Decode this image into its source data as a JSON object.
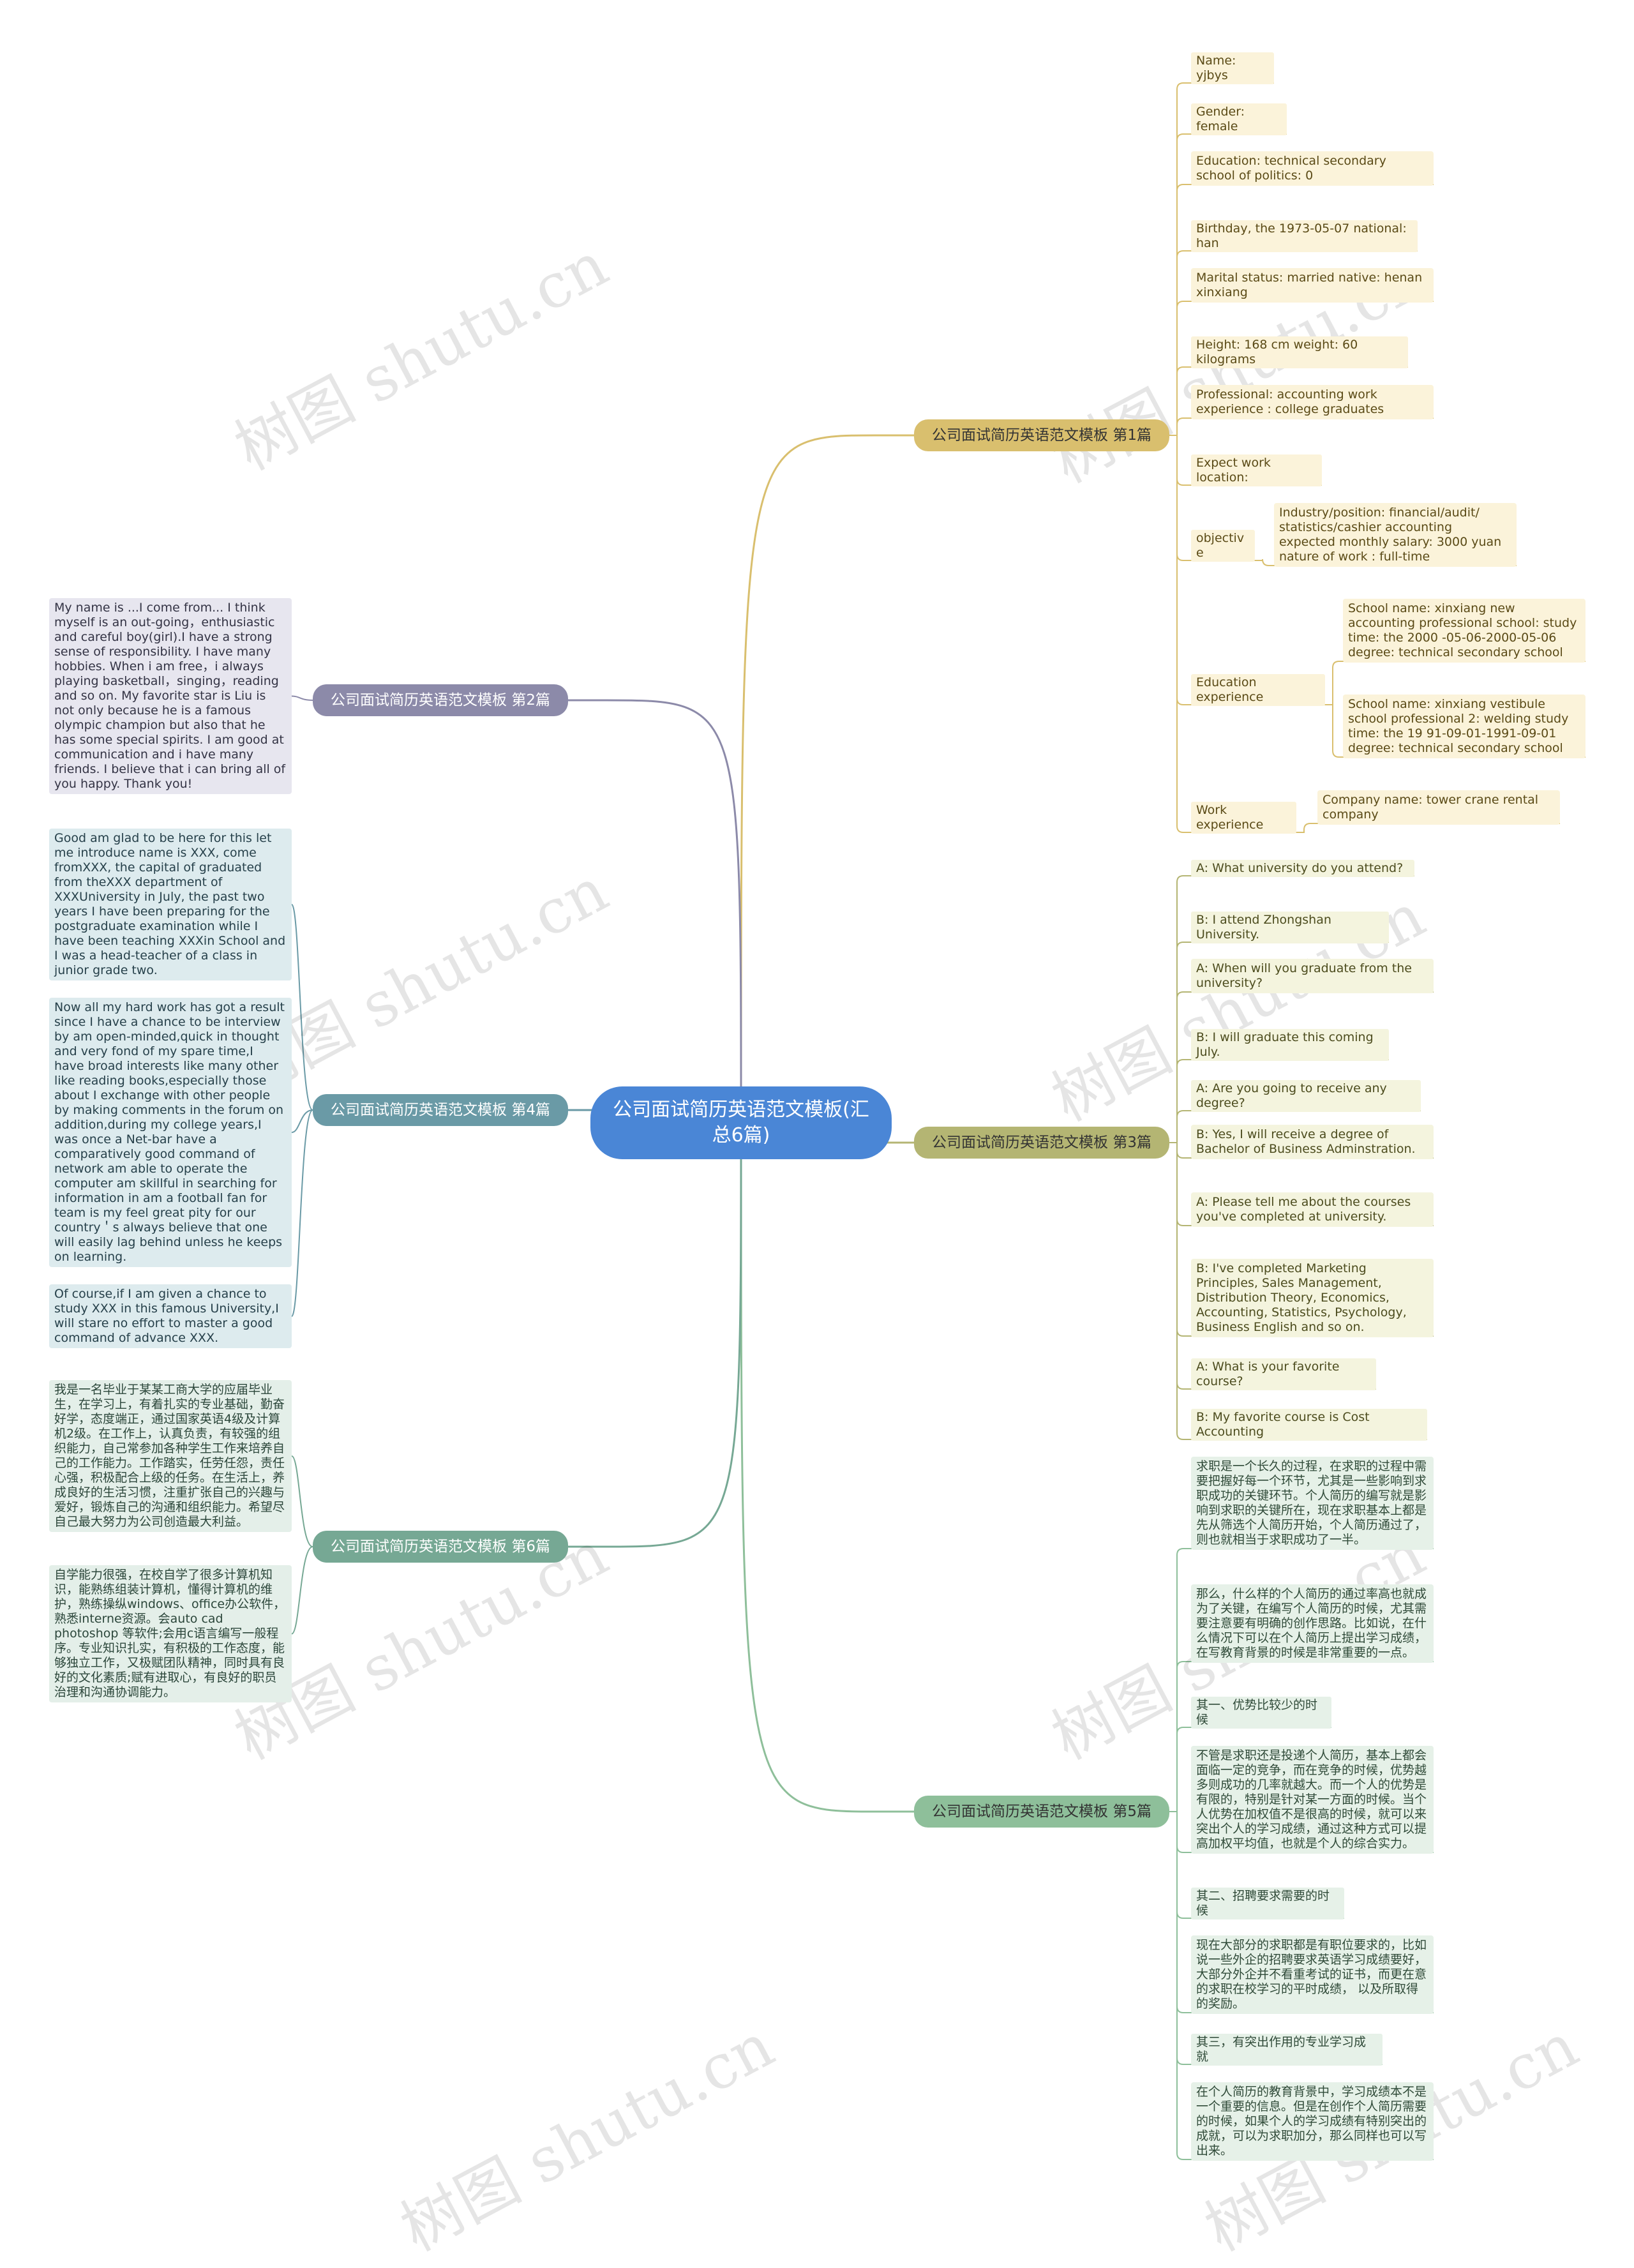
{
  "root": {
    "title": "公司面试简历英语范文模板(汇总6篇)"
  },
  "branches": {
    "b1": "公司面试简历英语范文模板 第1篇",
    "b2": "公司面试简历英语范文模板 第2篇",
    "b3": "公司面试简历英语范文模板 第3篇",
    "b4": "公司面试简历英语范文模板 第4篇",
    "b5": "公司面试简历英语范文模板 第5篇",
    "b6": "公司面试简历英语范文模板 第6篇"
  },
  "b1_items": [
    "Name: yjbys",
    "Gender: female",
    "Education: technical secondary school of politics: 0",
    "Birthday, the 1973-05-07 national: han",
    "Marital status: married native: henan xinxiang",
    "Height: 168 cm weight: 60 kilograms",
    "Professional: accounting work experience : college graduates",
    "Expect work location:",
    "objective",
    "Education experience",
    "Work experience"
  ],
  "b1_sub": {
    "objective_detail": "Industry/position: financial/audit/ statistics/cashier accounting expected monthly salary: 3000 yuan nature of work : full-time",
    "edu_1": "School name: xinxiang new accounting professional school: study time: the 2000 -05-06-2000-05-06 degree: technical secondary school",
    "edu_2": "School name: xinxiang vestibule school professional 2: welding study time: the 19 91-09-01-1991-09-01 degree: technical secondary school",
    "work_detail": "Company name: tower crane rental company"
  },
  "b3_items": [
    "A: What university do you attend?",
    "B: I attend Zhongshan University.",
    "A: When will you graduate from the university?",
    "B: I will graduate this coming July.",
    "A: Are you going to receive any degree?",
    "B: Yes, I will receive a degree of Bachelor of Business Adminstration.",
    "A: Please tell me about the courses you've completed at university.",
    "B: I've completed Marketing Principles, Sales Management, Distribution Theory, Economics, Accounting, Statistics, Psychology, Business English and so on.",
    "A: What is your favorite course?",
    "B: My favorite course is Cost Accounting"
  ],
  "b5_items": [
    "求职是一个长久的过程，在求职的过程中需要把握好每一个环节，尤其是一些影响到求职成功的关键环节。个人简历的编写就是影响到求职的关键所在，现在求职基本上都是先从筛选个人简历开始，个人简历通过了，则也就相当于求职成功了一半。",
    "那么，什么样的个人简历的通过率高也就成为了关键，在编写个人简历的时候，尤其需要注意要有明确的创作思路。比如说，在什么情况下可以在个人简历上提出学习成绩，在写教育背景的时候是非常重要的一点。",
    "其一、优势比较少的时候",
    "不管是求职还是投递个人简历，基本上都会面临一定的竞争，而在竞争的时候，优势越多则成功的几率就越大。而一个人的优势是有限的，特别是针对某一方面的时候。当个人优势在加权值不是很高的时候，就可以来突出个人的学习成绩，通过这种方式可以提高加权平均值，也就是个人的综合实力。",
    "其二、招聘要求需要的时候",
    "现在大部分的求职都是有职位要求的，比如说一些外企的招聘要求英语学习成绩要好，大部分外企并不看重考试的证书，而更在意的求职在校学习的平时成绩， 以及所取得的奖励。",
    "其三，有突出作用的专业学习成就",
    "在个人简历的教育背景中，学习成绩本不是一个重要的信息。但是在创作个人简历需要的时候，如果个人的学习成绩有特别突出的成就，可以为求职加分，那么同样也可以写出来。"
  ],
  "b2_items": [
    "My name is ...I come from... I think myself  is an out-going，enthusiastic and careful  boy(girl).I have a strong sense of responsibility. I have many hobbies. When i am free，i always playing basketball，singing，reading and so on.  My favorite star is Liu  is not only because he is a famous olympic champion but also that he has some special spirits. I am good at communication and i have many friends.  I believe that i can bring all of you happy. Thank you!"
  ],
  "b4_items": [
    "Good  am glad to be here for this  let me introduce  name is XXX, come fromXXX, the capital of  graduated from theXXX department of XXXUniversity in July, the past two years I have been preparing for the postgraduate examination while I have been teaching XXXin  School and I was a head-teacher of a class in junior grade two.",
    "Now all my hard work has got a result since I have a chance to be interview by am open-minded,quick in thought and very fond of  my spare time,I have broad interests like many other  like reading books,especially those about  I exchange with other people by making comments in the forum on  addition,during my college years,I was once a Net-bar  have a comparatively good command of network  am able to operate the computer  am skillful in searching for information in  am a football fan for team is my  feel great pity for our country＇s  always believe that one will easily lag behind unless he keeps on learning.",
    "Of course,if I am given a chance to study XXX in this famous University,I will stare no effort to master a good command of advance XXX."
  ],
  "b6_items": [
    "我是一名毕业于某某工商大学的应届毕业生，在学习上，有着扎实的专业基础，勤奋好学，态度端正，通过国家英语4级及计算机2级。在工作上，认真负责，有较强的组织能力，自己常参加各种学生工作来培养自己的工作能力。工作踏实，任劳任怨，责任心强，积极配合上级的任务。在生活上，养成良好的生活习惯，注重扩张自己的兴趣与爱好，锻炼自己的沟通和组织能力。希望尽自己最大努力为公司创造最大利益。",
    "自学能力很强，在校自学了很多计算机知识，能熟练组装计算机，懂得计算机的维护，熟练操纵windows、office办公软件，熟悉interne资源。会auto cad photoshop 等软件;会用c语言编写一般程序。专业知识扎实，有积极的工作态度，能够独立工作，又极赋团队精神，同时具有良好的文化素质;赋有进取心，有良好的职员治理和沟通协调能力。"
  ],
  "watermark": "树图 shutu.cn",
  "colors": {
    "root": "#4a86d6",
    "b1": "#d9bf6e",
    "b2": "#8c8aa9",
    "b3": "#b4b573",
    "b4": "#6a9aa6",
    "b5": "#8ebf9a",
    "b6": "#76a894"
  }
}
